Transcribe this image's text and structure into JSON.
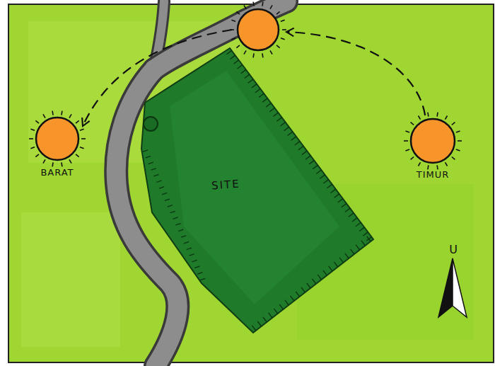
{
  "diagram": {
    "nodes": [
      {
        "text": [
          "BARAT"
        ]
      },
      {
        "text": [
          "SITE"
        ]
      },
      {
        "text": [
          "TIMUR"
        ]
      }
    ],
    "edges": [
      {
        "from": 2,
        "to": 0,
        "arrow": "to"
      }
    ],
    "labels": [
      "U"
    ]
  }
}
